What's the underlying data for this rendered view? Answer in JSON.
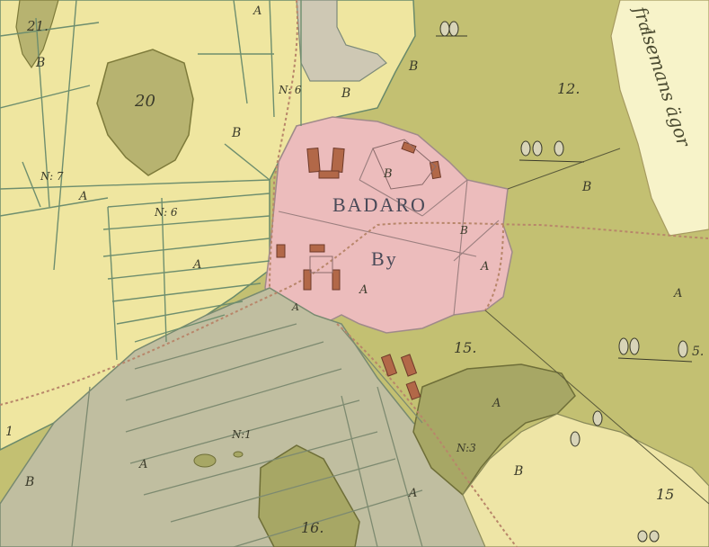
{
  "map": {
    "village_name": "BADARO",
    "village_suffix": "By",
    "margin_note": "fraͤlsemans ägor",
    "parcel_numbers": {
      "p21": "21.",
      "p20": "20",
      "p12": "12.",
      "p15a": "15.",
      "p15b": "15",
      "p16": "16.",
      "p1": "1",
      "p5": "5."
    },
    "plot_markers": {
      "n6_top": "N: 6",
      "n6_mid": "N: 6",
      "n7": "N: 7",
      "n1": "N:1",
      "n3": "N:3"
    },
    "letter_codes": {
      "A": "A",
      "B": "B"
    },
    "colors": {
      "meadow_yellow": "#efe6a0",
      "field_olive": "#c3c072",
      "village_pink": "#ecbcbc",
      "marsh_gray": "#c0bea0",
      "lake_green": "#a7a765",
      "road_red": "#b8866a",
      "building_red": "#b26848"
    }
  }
}
